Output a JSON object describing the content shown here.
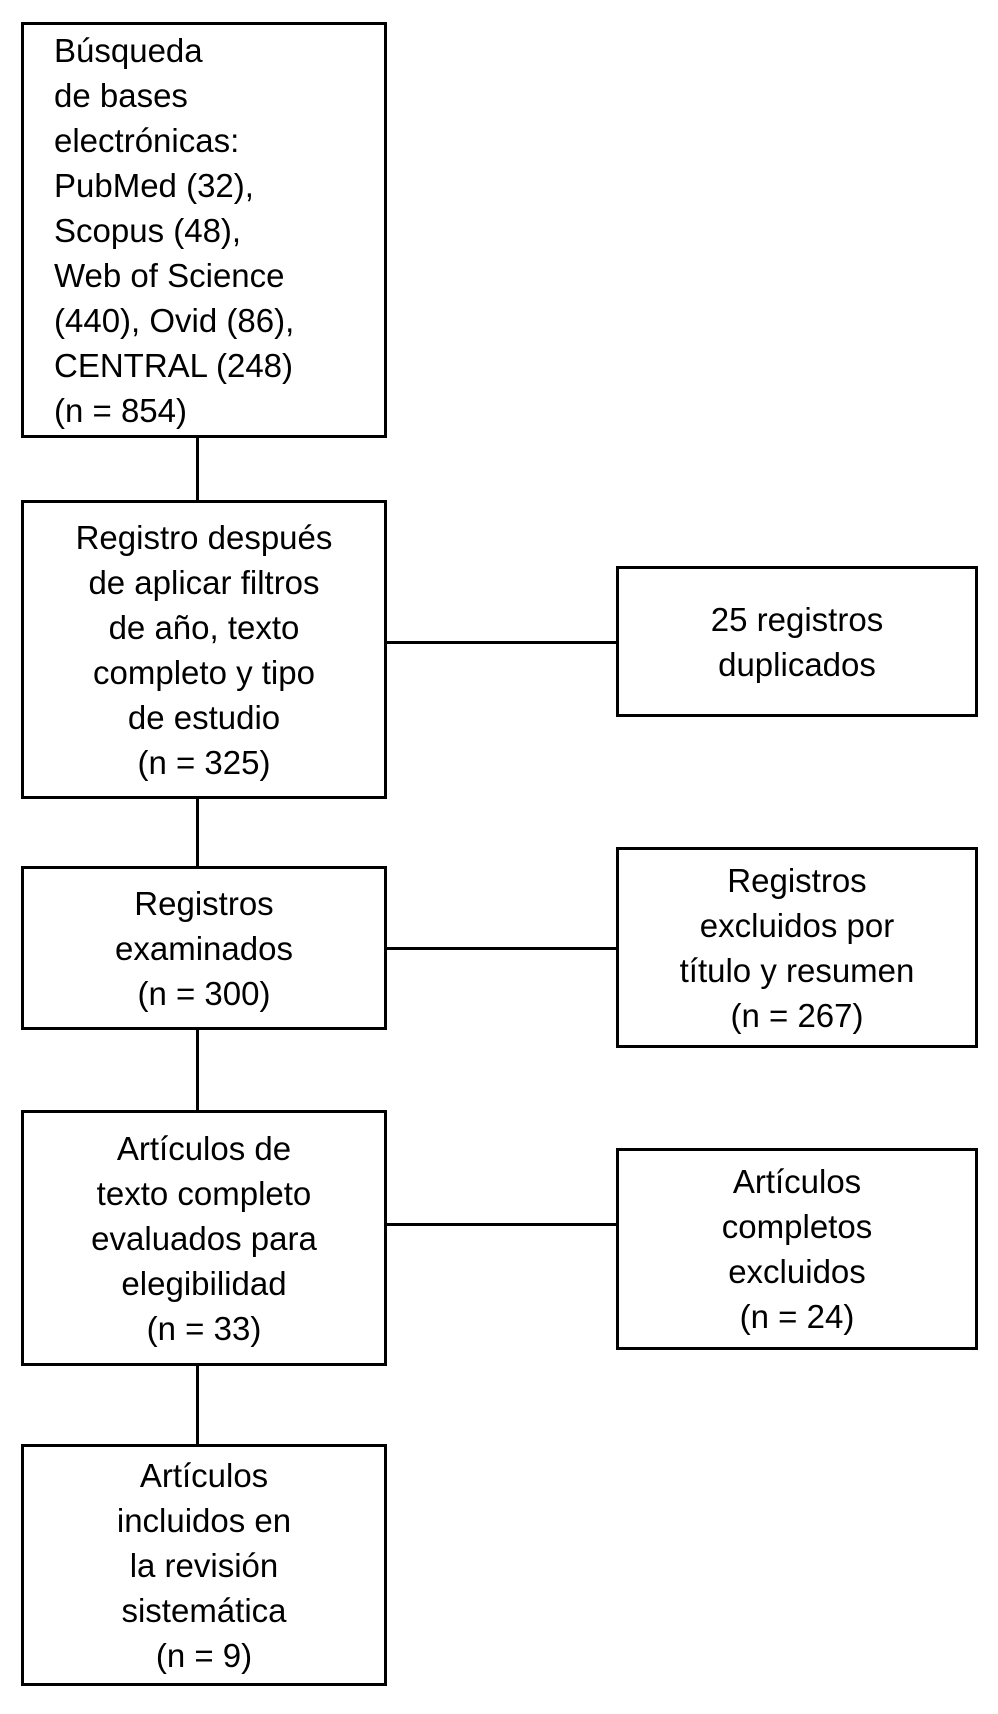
{
  "diagram": {
    "type": "prisma-flow-diagram",
    "language": "es",
    "colors": {
      "background": "#ffffff",
      "border": "#000000",
      "text": "#000000"
    }
  },
  "nodes": {
    "search": {
      "name": "identification",
      "text": "Búsqueda\nde bases\nelectrónicas:\nPubMed (32),\nScopus (48),\nWeb of Science\n(440), Ovid (86),\nCENTRAL (248)\n(n = 854)",
      "align": "left",
      "count": 854,
      "sources": [
        {
          "label": "PubMed",
          "count": 32
        },
        {
          "label": "Scopus",
          "count": 48
        },
        {
          "label": "Web of Science",
          "count": 440
        },
        {
          "label": "Ovid",
          "count": 86
        },
        {
          "label": "CENTRAL",
          "count": 248
        }
      ]
    },
    "filtered": {
      "name": "records-after-filters",
      "text": "Registro después\nde aplicar filtros\nde año, texto\ncompleto y tipo\nde estudio\n(n = 325)",
      "align": "center",
      "count": 325
    },
    "duplicates": {
      "name": "duplicate-records",
      "text": "25 registros\nduplicados",
      "align": "center",
      "count": 25
    },
    "screened": {
      "name": "records-screened",
      "text": "Registros\nexaminados\n(n = 300)",
      "align": "center",
      "count": 300
    },
    "excluded_title": {
      "name": "records-excluded-title-abstract",
      "text": "Registros\nexcluidos por\ntítulo y resumen\n(n = 267)",
      "align": "center",
      "count": 267
    },
    "fulltext": {
      "name": "fulltext-assessed",
      "text": "Artículos de\ntexto completo\nevaluados para\nelegibilidad\n(n = 33)",
      "align": "center",
      "count": 33
    },
    "excluded_fulltext": {
      "name": "fulltext-excluded",
      "text": "Artículos\ncompletos\nexcluidos\n(n = 24)",
      "align": "center",
      "count": 24
    },
    "included": {
      "name": "studies-included",
      "text": "Artículos\nincluidos en\nla revisión\nsistemática\n(n = 9)",
      "align": "center",
      "count": 9
    }
  }
}
